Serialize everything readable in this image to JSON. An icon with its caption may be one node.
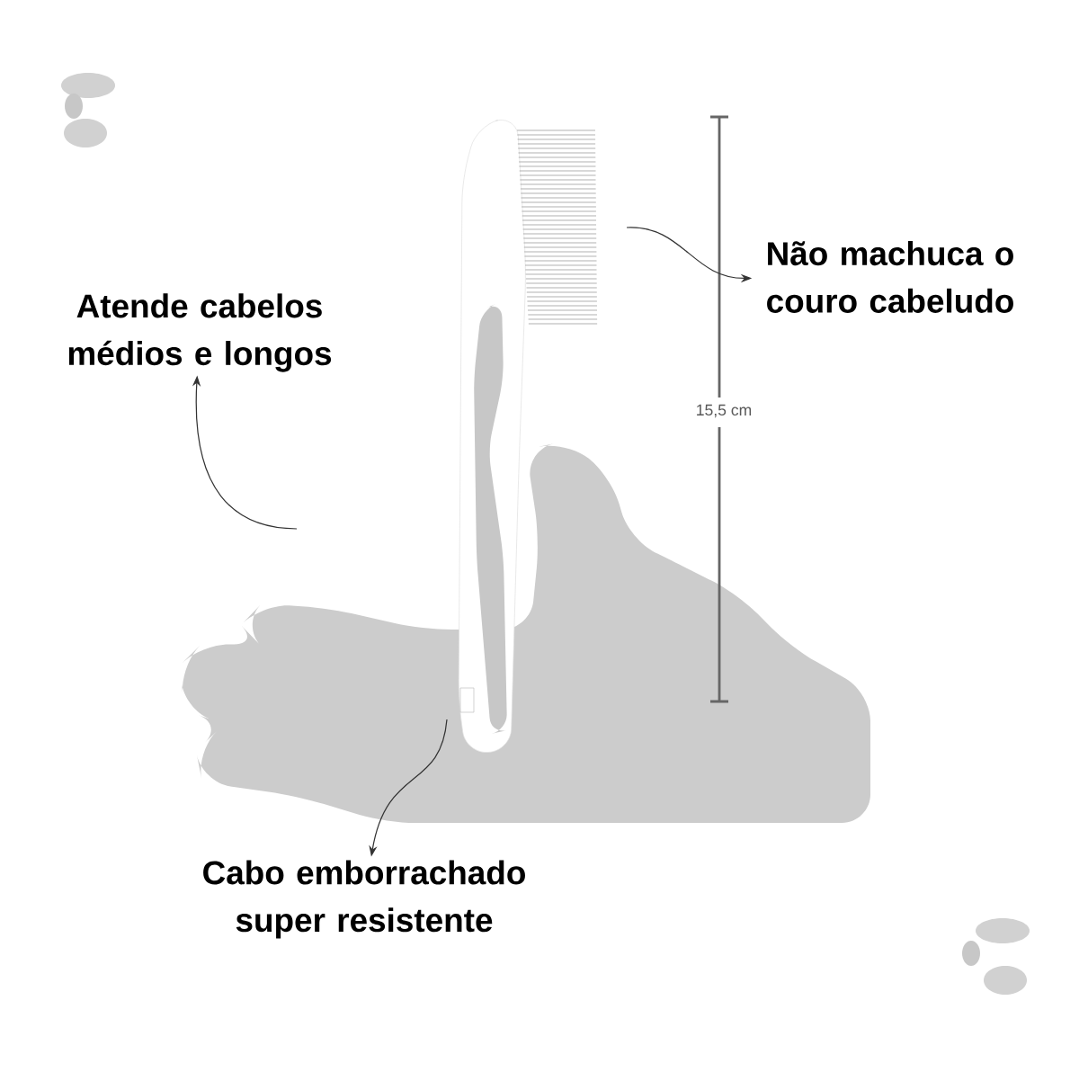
{
  "diagram": {
    "nodes": [
      {
        "text": [
          "Atende cabelos médios e longos"
        ]
      },
      {
        "text": [
          "Não machuca o couro cabeludo"
        ]
      },
      {
        "text": [
          "Cabo emborrachado super resistente"
        ]
      }
    ],
    "edges": [
      {
        "from": null,
        "to": 0,
        "arrow": "to"
      },
      {
        "from": null,
        "to": 1,
        "arrow": "to"
      },
      {
        "from": null,
        "to": 2,
        "arrow": "to"
      }
    ],
    "labels": [
      "15,5 cm"
    ]
  }
}
